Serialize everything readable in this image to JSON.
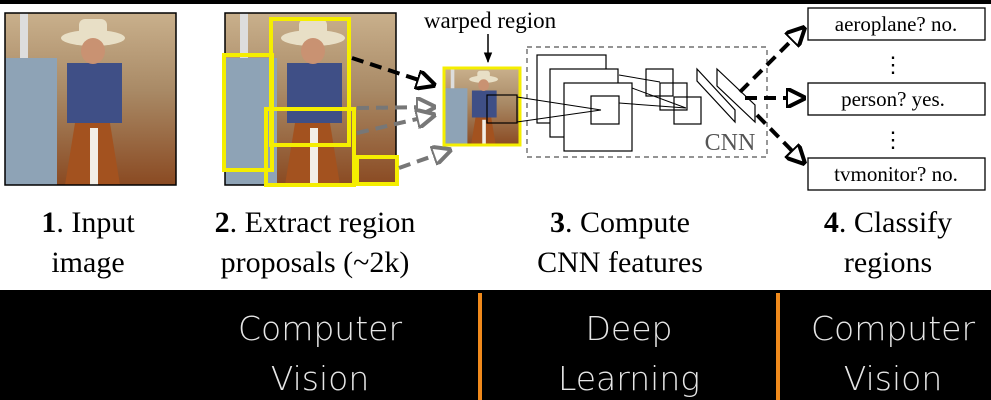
{
  "diagram": {
    "warped_label": "warped region",
    "cnn_label": "CNN",
    "classes": [
      "aeroplane? no.",
      "person? yes.",
      "tvmonitor? no."
    ],
    "steps": [
      {
        "num": "1",
        "line1": ". Input",
        "line2": "image"
      },
      {
        "num": "2",
        "line1": ". Extract region",
        "line2": "proposals (~2k)"
      },
      {
        "num": "3",
        "line1": ". Compute",
        "line2": "CNN features"
      },
      {
        "num": "4",
        "line1": ". Classify",
        "line2": "regions"
      }
    ]
  },
  "footer": {
    "sections": [
      {
        "line1": "Computer",
        "line2": "Vision"
      },
      {
        "line1": "Deep",
        "line2": "Learning"
      },
      {
        "line1": "Computer",
        "line2": "Vision"
      }
    ],
    "divider_color": "#f08a1c"
  },
  "colors": {
    "proposal": "#f5ee00",
    "footer_bg": "#000000",
    "footer_text": "#e6e6e6"
  }
}
